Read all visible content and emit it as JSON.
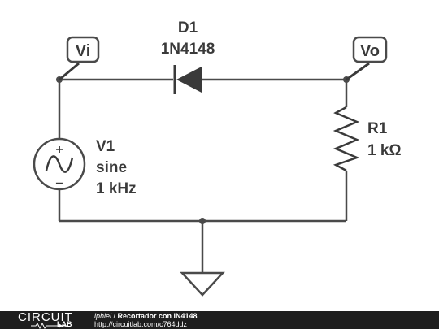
{
  "schematic": {
    "diode": {
      "name": "D1",
      "part": "1N4148"
    },
    "source": {
      "name": "V1",
      "type": "sine",
      "freq": "1 kHz",
      "plus": "+",
      "minus": "−"
    },
    "resistor": {
      "name": "R1",
      "value": "1 kΩ"
    },
    "nodes": {
      "input": "Vi",
      "output": "Vo"
    }
  },
  "footer": {
    "logo_top": "CIRCUIT",
    "logo_bottom": "LAB",
    "author": "iphiel",
    "separator": " / ",
    "title": "Recortador con IN4148",
    "url": "http://circuitlab.com/c764ddz"
  },
  "colors": {
    "wire": "#4a4a4a",
    "text": "#3a3a3a",
    "footer_bg": "#1e1e1e"
  }
}
